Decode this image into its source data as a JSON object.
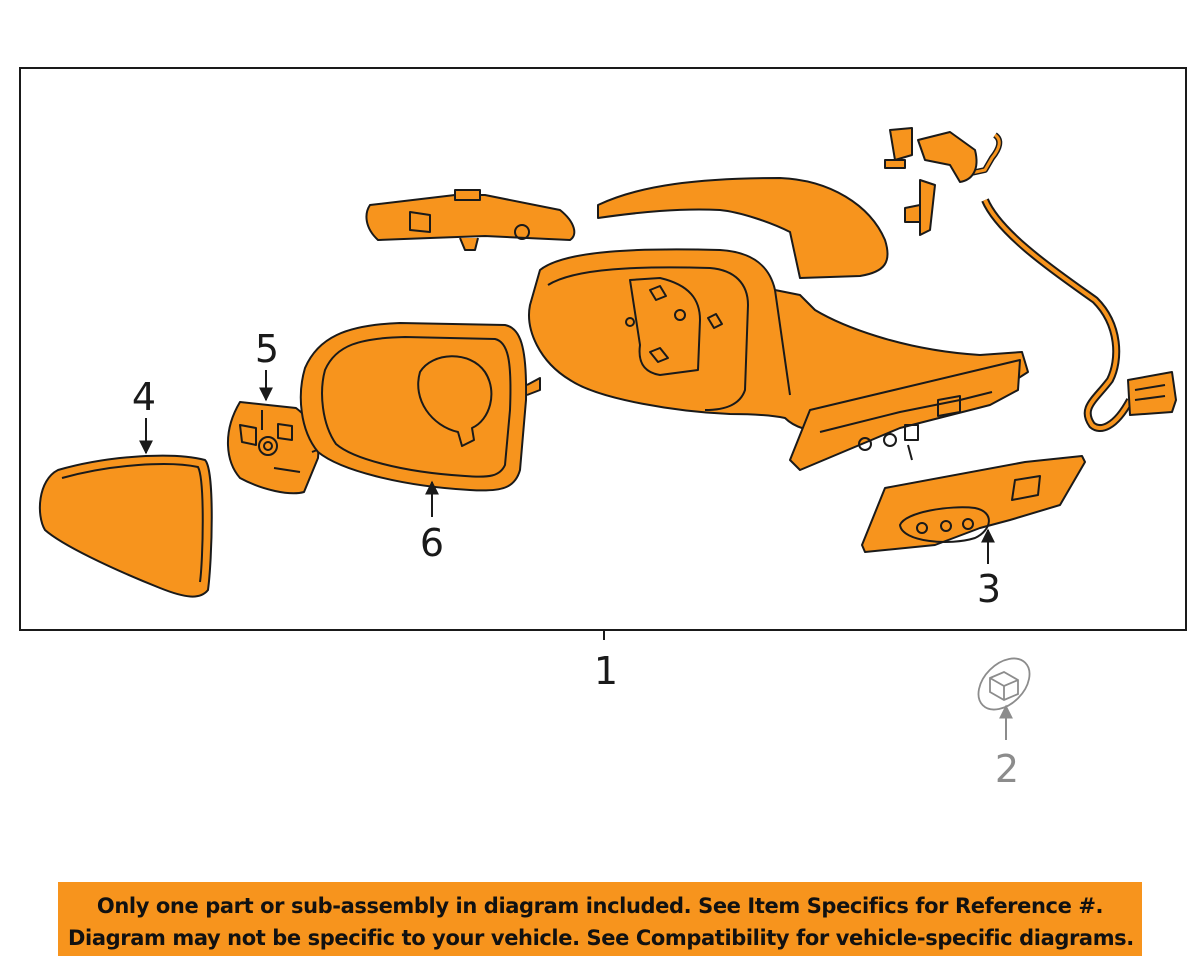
{
  "callouts": {
    "c1": "1",
    "c2": "2",
    "c3": "3",
    "c4": "4",
    "c5": "5",
    "c6": "6"
  },
  "notice": {
    "line1": "Only one part or sub-assembly in diagram included. See Item Specifics for Reference #.",
    "line2": "Diagram may not be specific to your vehicle. See Compatibility for vehicle-specific diagrams."
  },
  "colors": {
    "part_fill": "#f7941d",
    "outline": "#1a1a1a",
    "hardware_gray": "#8c8c8c",
    "notice_bg": "#f7941d"
  }
}
